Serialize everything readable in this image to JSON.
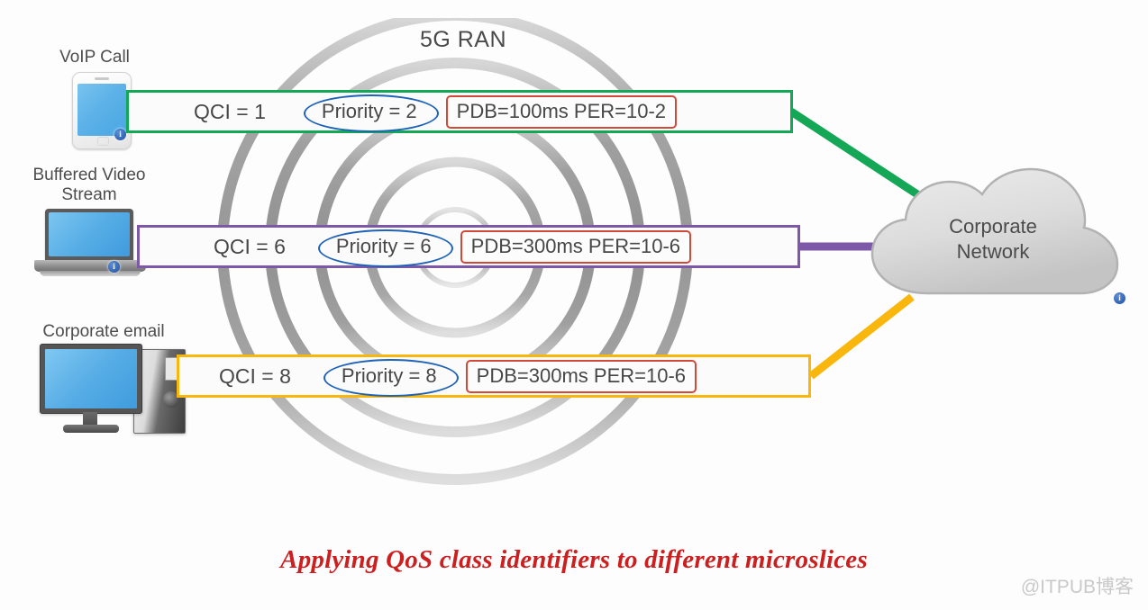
{
  "title": "5G RAN",
  "caption": "Applying QoS class identifiers to different microslices",
  "watermark": "@ITPUB博客",
  "cloud": {
    "label": "Corporate\nNetwork"
  },
  "devices": [
    {
      "name": "phone",
      "label": "VoIP Call"
    },
    {
      "name": "laptop",
      "label": "Buffered Video\nStream"
    },
    {
      "name": "desktop",
      "label": "Corporate email"
    }
  ],
  "flows": [
    {
      "id": "voip",
      "qci": "QCI = 1",
      "priority": "Priority = 2",
      "pdb_per": "PDB=100ms  PER=10-2",
      "color": "#13a756"
    },
    {
      "id": "video",
      "qci": "QCI = 6",
      "priority": "Priority = 6",
      "pdb_per": "PDB=300ms  PER=10-6",
      "color": "#7d57a8"
    },
    {
      "id": "email",
      "qci": "QCI = 8",
      "priority": "Priority = 8",
      "pdb_per": "PDB=300ms  PER=10-6",
      "color": "#f9b60c"
    }
  ],
  "colors": {
    "priority_ellipse": "#1f63b8",
    "pdb_box": "#d04a3a",
    "caption": "#cc1f20",
    "ran_wave": "#9a9a9a",
    "cloud_fill": "#d8d8d8"
  },
  "badges": {
    "info": "i"
  }
}
